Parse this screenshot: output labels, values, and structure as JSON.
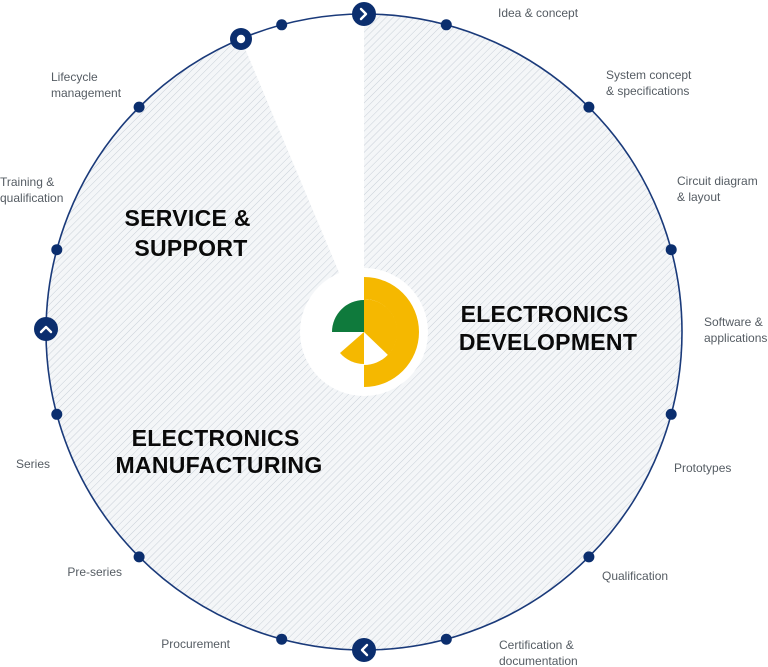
{
  "colors": {
    "ring": "#1a3a7a",
    "dot": "#0b2e6e",
    "hatch": "#c9d0d8",
    "fill": "#f4f6f8",
    "yellow": "#f5b800",
    "green": "#0f7a3c"
  },
  "sections": {
    "service": [
      "SERVICE &",
      "SUPPORT"
    ],
    "development": [
      "ELECTRONICS",
      "DEVELOPMENT"
    ],
    "manufacturing": [
      "ELECTRONICS",
      "MANUFACTURING"
    ]
  },
  "steps": [
    {
      "lines": [
        "Idea & concept"
      ]
    },
    {
      "lines": [
        "System concept",
        "& specifications"
      ]
    },
    {
      "lines": [
        "Circuit diagram",
        "& layout"
      ]
    },
    {
      "lines": [
        "Software &",
        "applications"
      ]
    },
    {
      "lines": [
        "Prototypes"
      ]
    },
    {
      "lines": [
        "Qualification"
      ]
    },
    {
      "lines": [
        "Certification &",
        "documentation"
      ]
    },
    {
      "lines": [
        "Procurement"
      ]
    },
    {
      "lines": [
        "Pre-series"
      ]
    },
    {
      "lines": [
        "Series"
      ]
    },
    {
      "lines": [
        "Training &",
        "qualification"
      ]
    },
    {
      "lines": [
        "Lifecycle",
        "management"
      ]
    }
  ],
  "nav_icons": [
    "chevron-right-icon",
    "chevron-left-icon",
    "chevron-up-icon",
    "ring-icon"
  ]
}
